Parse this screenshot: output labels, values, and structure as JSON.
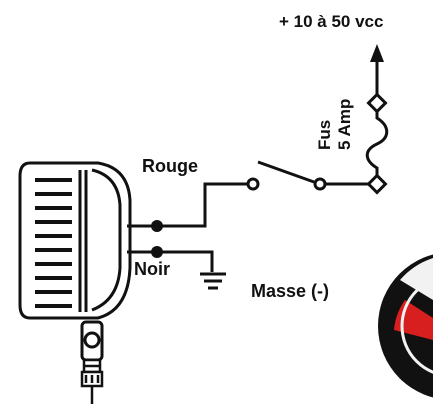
{
  "labels": {
    "supply": "+ 10 à 50 vcc",
    "fuse_line1": "Fus",
    "fuse_line2": "5 Amp",
    "red_wire": "Rouge",
    "black_wire": "Noir",
    "ground": "Masse (-)"
  },
  "badge": {
    "partial_text": "S"
  },
  "colors": {
    "line": "#111111",
    "badge_dark": "#111111",
    "badge_red": "#d81f1f",
    "badge_ring": "#f2f2f2"
  }
}
